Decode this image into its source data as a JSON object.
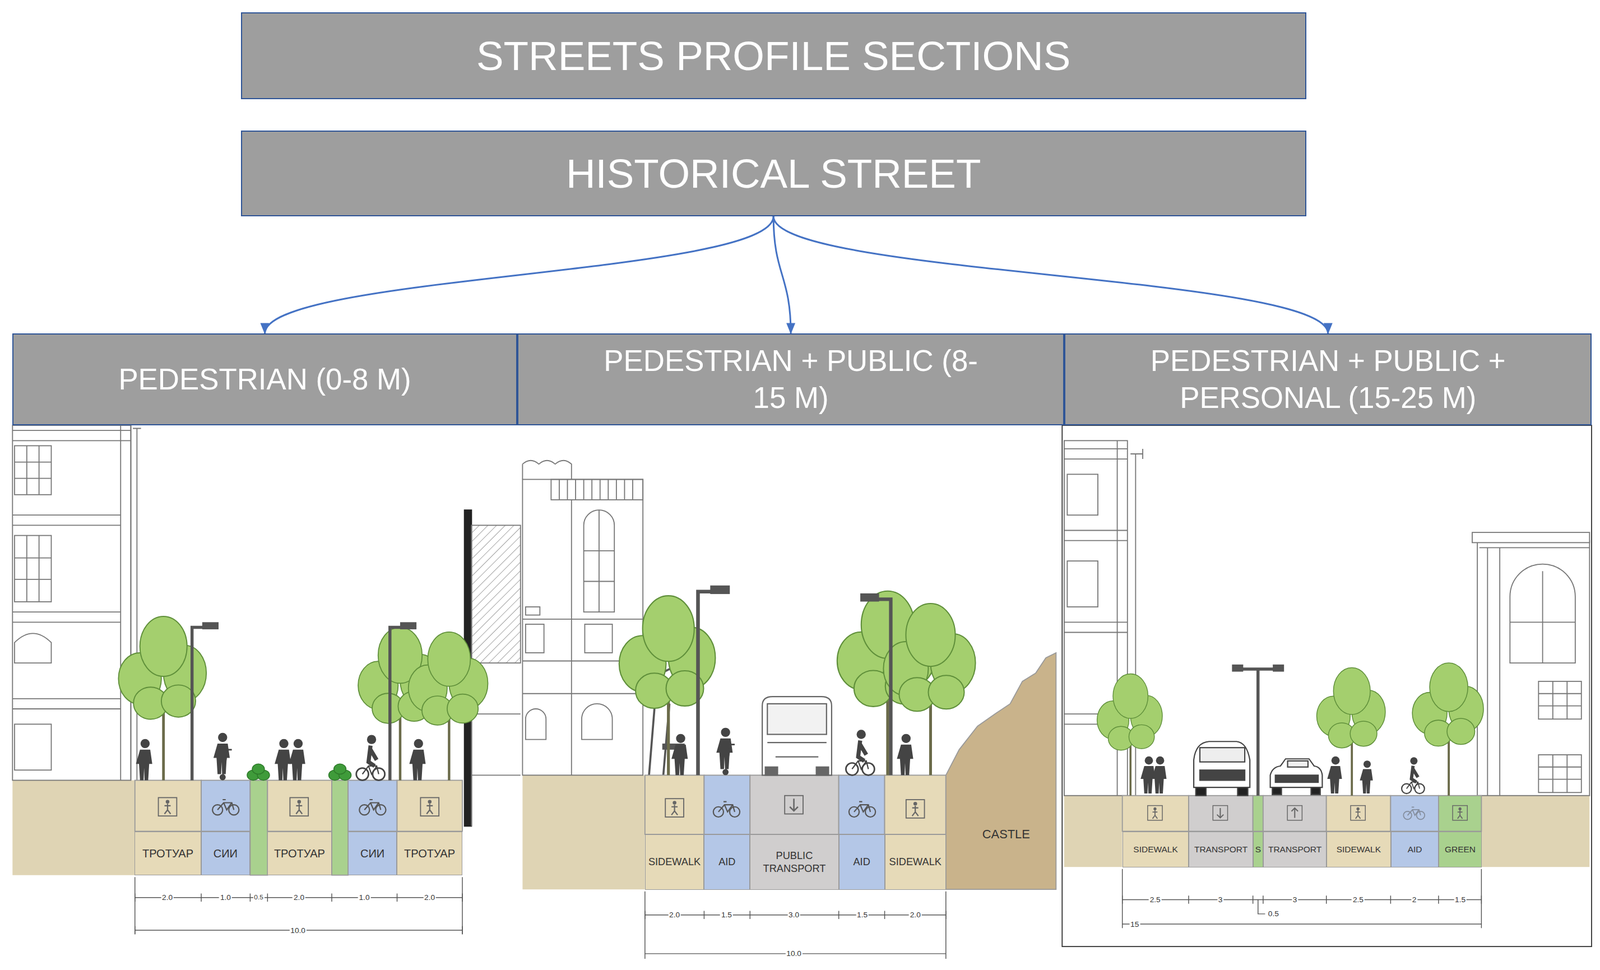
{
  "diagram": {
    "nodes": [
      {
        "text": [
          "STREETS PROFILE SECTIONS"
        ]
      },
      {
        "text": [
          "HISTORICAL STREET"
        ]
      },
      {
        "text": [
          "PEDESTRIAN (0-8 M)"
        ]
      },
      {
        "text": [
          "PEDESTRIAN + PUBLIC (8-15 M)"
        ]
      },
      {
        "text": [
          "PEDESTRIAN + PUBLIC + PERSONAL (15-25 M)"
        ]
      },
      {
        "text": [
          "ТРОТУАР"
        ]
      },
      {
        "text": [
          "СИИ"
        ]
      },
      {
        "text": [
          "ТРОТУАР"
        ]
      },
      {
        "text": [
          "СИИ"
        ]
      },
      {
        "text": [
          "ТРОТУАР"
        ]
      },
      {
        "text": [
          "SIDEWALK"
        ]
      },
      {
        "text": [
          "AID"
        ]
      },
      {
        "text": [
          "PUBLIC TRANSPORT"
        ]
      },
      {
        "text": [
          "AID"
        ]
      },
      {
        "text": [
          "SIDEWALK"
        ]
      },
      {
        "text": [
          "SIDEWALK"
        ]
      },
      {
        "text": [
          "TRANSPORT"
        ]
      },
      {
        "text": [
          "S"
        ]
      },
      {
        "text": [
          "TRANSPORT"
        ]
      },
      {
        "text": [
          "SIDEWALK"
        ]
      },
      {
        "text": [
          "AID"
        ]
      },
      {
        "text": [
          "GREEN"
        ]
      }
    ],
    "edges": [
      {
        "from": 1,
        "to": 2,
        "arrow": "to"
      },
      {
        "from": 1,
        "to": 3,
        "arrow": "to"
      },
      {
        "from": 1,
        "to": 4,
        "arrow": "to"
      }
    ],
    "labels": [
      "2.0",
      "1.0",
      "0.5",
      "2.0",
      "1.0",
      "2.0",
      "10.0",
      "2.0",
      "1.5",
      "3.0",
      "1.5",
      "2.0",
      "10.0",
      "CASTLE",
      "2.5",
      "3",
      "3",
      "2.5",
      "2",
      "1.5",
      "0.5",
      "15"
    ]
  }
}
